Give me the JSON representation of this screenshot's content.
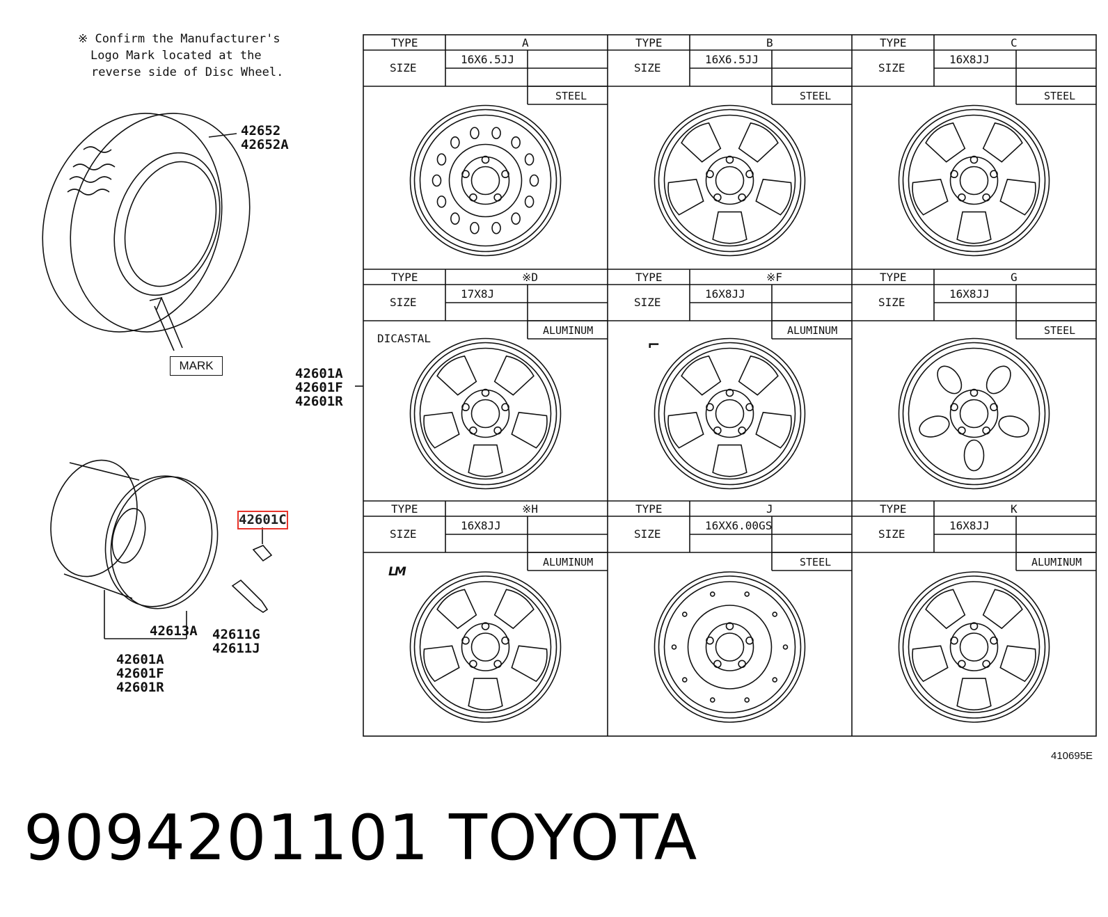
{
  "note": {
    "line1": "※ Confirm the Manufacturer's",
    "line2": "Logo Mark located at the",
    "line3": "reverse side of Disc Wheel."
  },
  "tire_labels": {
    "l1": "42652",
    "l2": "42652A"
  },
  "mark_label": "MARK",
  "rim_labels": {
    "l1": "42601A",
    "l2": "42601F",
    "l3": "42601R"
  },
  "middle_labels": {
    "l1": "42601A",
    "l2": "42601F",
    "l3": "42601R"
  },
  "hub_label": "42613A",
  "valve_labels": {
    "l1": "42611G",
    "l2": "42611J"
  },
  "highlight_label": "42601C",
  "header_type": "TYPE",
  "header_size": "SIZE",
  "wheels": [
    {
      "type": "A",
      "size": "16X6.5JJ",
      "material": "STEEL",
      "extra": ""
    },
    {
      "type": "B",
      "size": "16X6.5JJ",
      "material": "STEEL",
      "extra": ""
    },
    {
      "type": "C",
      "size": "16X8JJ",
      "material": "STEEL",
      "extra": ""
    },
    {
      "type": "※D",
      "size": "17X8J",
      "material": "ALUMINUM",
      "extra": "DICASTAL"
    },
    {
      "type": "※F",
      "size": "16X8JJ",
      "material": "ALUMINUM",
      "extra": ""
    },
    {
      "type": "G",
      "size": "16X8JJ",
      "material": "STEEL",
      "extra": ""
    },
    {
      "type": "※H",
      "size": "16X8JJ",
      "material": "ALUMINUM",
      "extra": ""
    },
    {
      "type": "J",
      "size": "16XX6.00GS",
      "material": "STEEL",
      "extra": ""
    },
    {
      "type": "K",
      "size": "16X8JJ",
      "material": "ALUMINUM",
      "extra": ""
    }
  ],
  "figure_code": "410695E",
  "part_number": "9094201101",
  "brand": "TOYOTA"
}
